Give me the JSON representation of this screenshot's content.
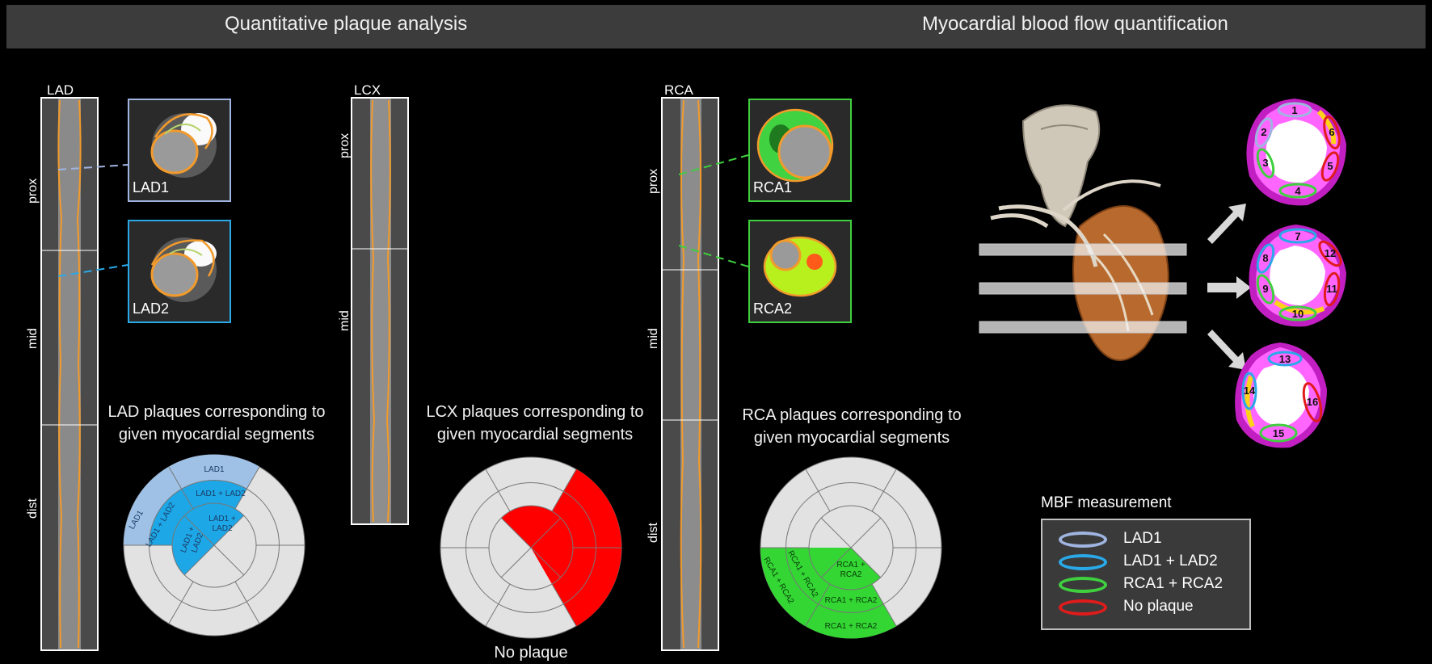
{
  "header": {
    "left_title": "Quantitative plaque analysis",
    "right_title": "Myocardial blood flow quantification"
  },
  "vessels": {
    "lad": {
      "label": "LAD",
      "prox": "prox",
      "mid": "mid",
      "dist": "dist",
      "cs1": "LAD1",
      "cs2": "LAD2"
    },
    "lcx": {
      "label": "LCX",
      "prox": "prox",
      "mid": "mid"
    },
    "rca": {
      "label": "RCA",
      "prox": "prox",
      "mid": "mid",
      "dist": "dist",
      "cs1": "RCA1",
      "cs2": "RCA2"
    }
  },
  "bullseyes": {
    "lad": {
      "caption_line1": "LAD plaques corresponding to",
      "caption_line2": "given myocardial segments",
      "seg_outer": "LAD1",
      "seg_mid_top": "LAD1 + LAD2",
      "seg_outer_left": "LAD1",
      "seg_mid_left": "LAD1 + LAD2",
      "seg_inner_top_1": "LAD1 +",
      "seg_inner_top_2": "LAD2",
      "seg_inner_left_1": "LAD1 +",
      "seg_inner_left_2": "LAD2"
    },
    "lcx": {
      "caption_line1": "LCX plaques corresponding to",
      "caption_line2": "given myocardial segments",
      "footer": "No plaque"
    },
    "rca": {
      "caption_line1": "RCA plaques corresponding to",
      "caption_line2": "given myocardial segments",
      "seg_apex_1": "RCA1 +",
      "seg_apex_2": "RCA2",
      "seg_mid": "RCA1 + RCA2",
      "seg_outer": "RCA1 + RCA2",
      "seg_left_mid": "RCA1 + RCA2",
      "seg_left_outer": "RCA1 + RCA2"
    }
  },
  "mbf": {
    "title": "MBF measurement",
    "legend": [
      {
        "label": "LAD1",
        "color": "#9fb4e0"
      },
      {
        "label": "LAD1 + LAD2",
        "color": "#2aa9e8"
      },
      {
        "label": "RCA1 + RCA2",
        "color": "#3fcf3f"
      },
      {
        "label": "No plaque",
        "color": "#e01b1b"
      }
    ],
    "segments": [
      "1",
      "2",
      "3",
      "4",
      "5",
      "6",
      "7",
      "8",
      "9",
      "10",
      "11",
      "12",
      "13",
      "14",
      "15",
      "16"
    ]
  },
  "colors": {
    "lad1": "#9fc1e6",
    "lad2": "#1ea7e6",
    "rca": "#33d633",
    "noplaque": "#ff0000",
    "neutral": "#e2e2e2"
  }
}
